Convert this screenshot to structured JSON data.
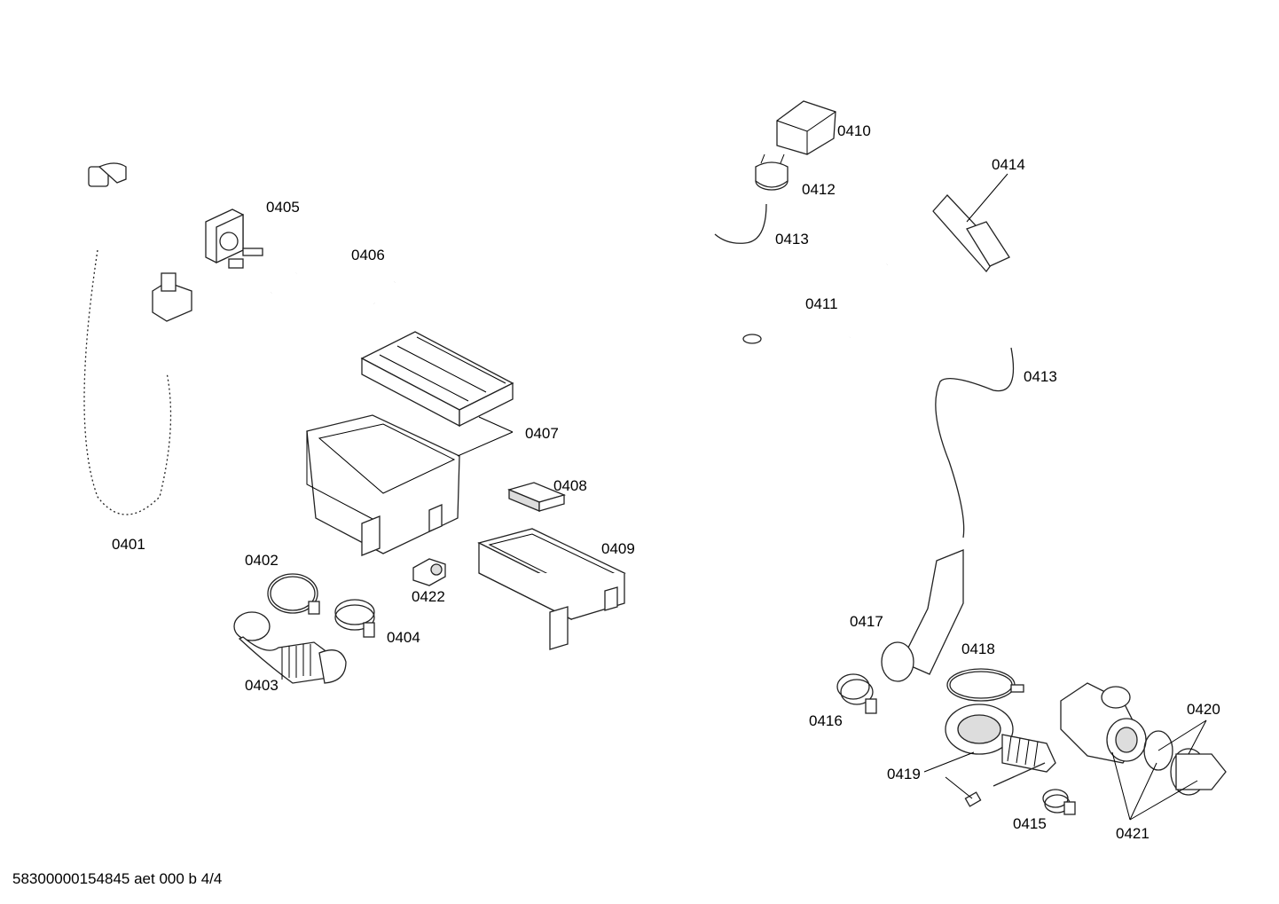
{
  "document_id": "58300000154845 aet 000 b 4/4",
  "parts": [
    {
      "id": "p0401",
      "label": "0401"
    },
    {
      "id": "p0402",
      "label": "0402"
    },
    {
      "id": "p0403",
      "label": "0403"
    },
    {
      "id": "p0404",
      "label": "0404"
    },
    {
      "id": "p0405",
      "label": "0405"
    },
    {
      "id": "p0406",
      "label": "0406"
    },
    {
      "id": "p0407",
      "label": "0407"
    },
    {
      "id": "p0408",
      "label": "0408"
    },
    {
      "id": "p0409",
      "label": "0409"
    },
    {
      "id": "p0410",
      "label": "0410"
    },
    {
      "id": "p0411",
      "label": "0411"
    },
    {
      "id": "p0412",
      "label": "0412"
    },
    {
      "id": "p0413a",
      "label": "0413"
    },
    {
      "id": "p0413b",
      "label": "0413"
    },
    {
      "id": "p0414",
      "label": "0414"
    },
    {
      "id": "p0415",
      "label": "0415"
    },
    {
      "id": "p0416",
      "label": "0416"
    },
    {
      "id": "p0417",
      "label": "0417"
    },
    {
      "id": "p0418",
      "label": "0418"
    },
    {
      "id": "p0419",
      "label": "0419"
    },
    {
      "id": "p0420",
      "label": "0420"
    },
    {
      "id": "p0421",
      "label": "0421"
    },
    {
      "id": "p0422",
      "label": "0422"
    }
  ]
}
